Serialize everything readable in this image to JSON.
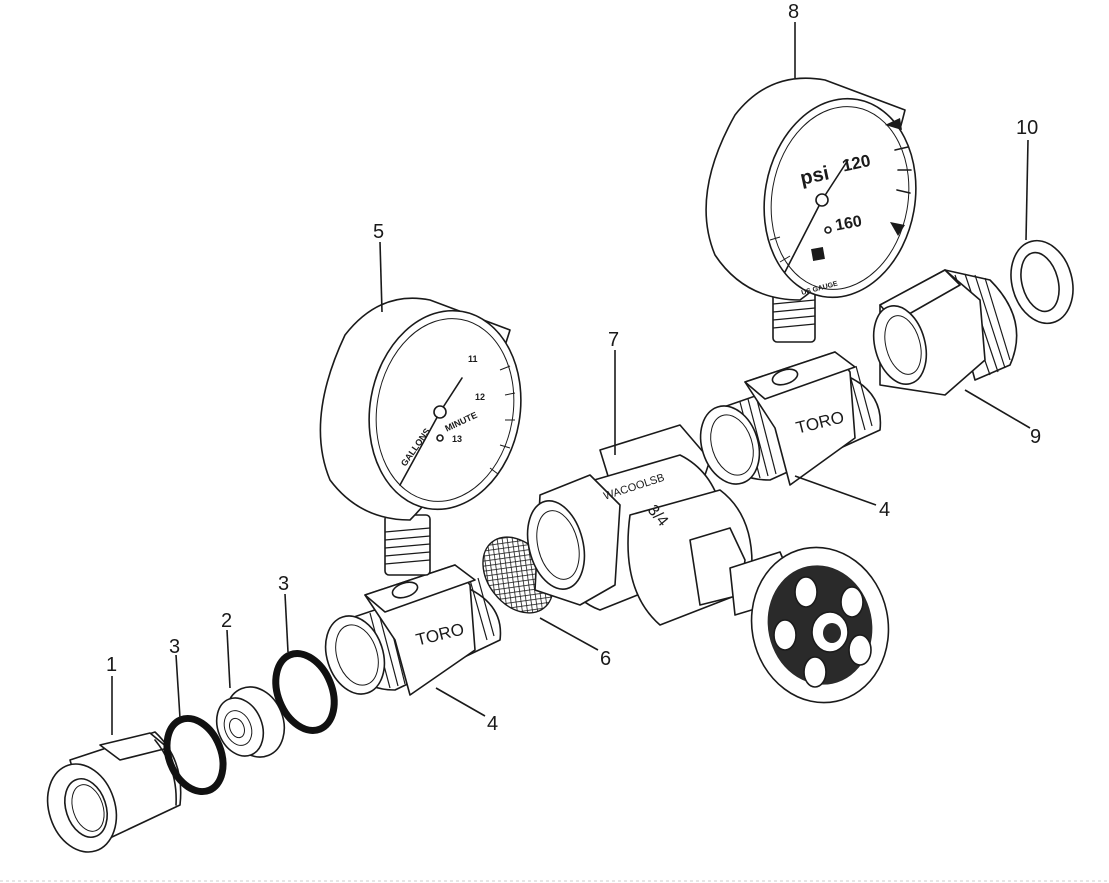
{
  "callouts": [
    "1",
    "2",
    "3",
    "3",
    "4",
    "4",
    "5",
    "6",
    "7",
    "8",
    "9",
    "10"
  ],
  "stamps": {
    "adapter_left": "TORO",
    "adapter_right": "TORO",
    "valve_top": "WACOOLSB",
    "valve_size": "3/4"
  },
  "gauge_flow": {
    "scale": [
      "11",
      "12",
      "13"
    ],
    "label_left": "GALLONS",
    "label_right": "MINUTE"
  },
  "gauge_pressure": {
    "unit": "psi",
    "scale": [
      "120",
      "160"
    ],
    "maker": "US GAUGE"
  }
}
